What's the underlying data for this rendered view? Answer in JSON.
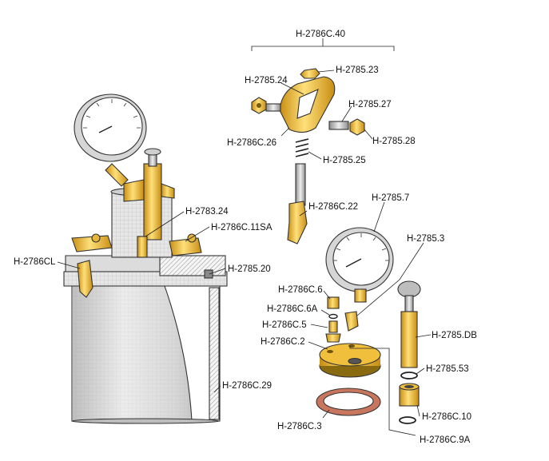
{
  "colors": {
    "brass": "#f2c230",
    "brass_dark": "#c88d12",
    "steel": "#d8d8d8",
    "steel_dark": "#9a9a9a",
    "gasket": "#c9765e",
    "outline": "#333333"
  },
  "labels": {
    "kit": "H-2786C.40",
    "p_2785_23": "H-2785.23",
    "p_2785_24": "H-2785.24",
    "p_2785_27": "H-2785.27",
    "p_2786c_26": "H-2786C.26",
    "p_2785_28": "H-2785.28",
    "p_2785_25": "H-2785.25",
    "p_2786c_22": "H-2786C.22",
    "p_2785_7": "H-2785.7",
    "p_2783_24": "H-2783.24",
    "p_2786c_11sa": "H-2786C.11SA",
    "p_2785_3": "H-2785.3",
    "p_2786cl": "H-2786CL",
    "p_2785_20": "H-2785.20",
    "p_2786c_6": "H-2786C.6",
    "p_2786c_6a": "H-2786C.6A",
    "p_2786c_5": "H-2786C.5",
    "p_2785_db": "H-2785.DB",
    "p_2786c_2": "H-2786C.2",
    "p_2785_53": "H-2785.53",
    "p_2786c_29": "H-2786C.29",
    "p_2786c_10": "H-2786C.10",
    "p_2786c_3": "H-2786C.3",
    "p_2786c_9a": "H-2786C.9A"
  }
}
